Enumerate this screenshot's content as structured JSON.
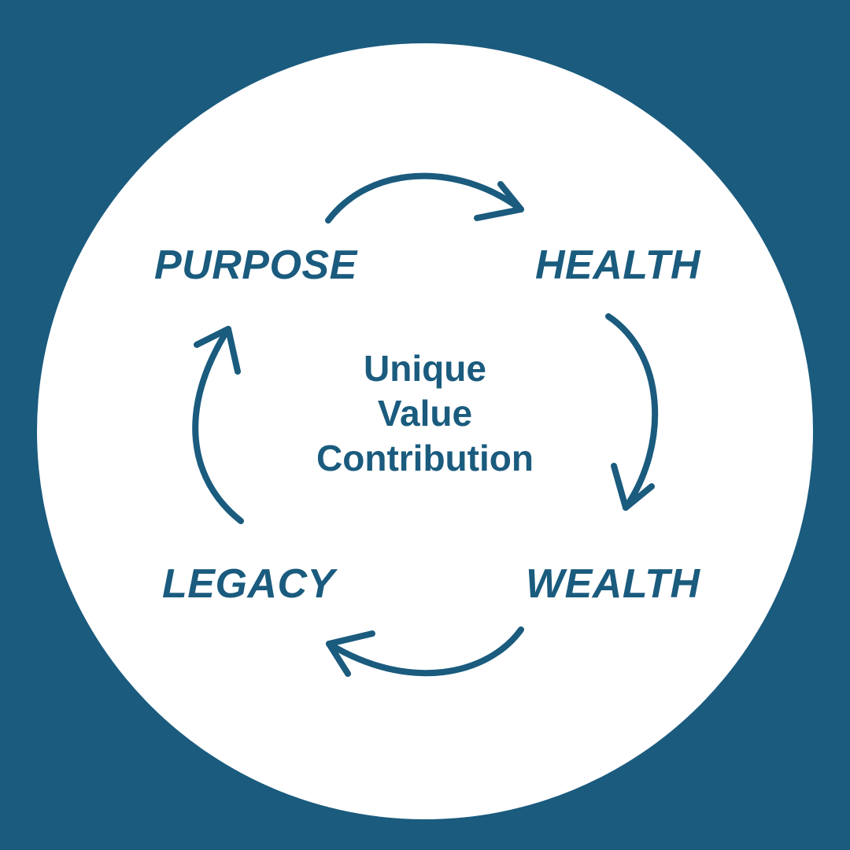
{
  "colors": {
    "background": "#1a5b7e",
    "circle": "#ffffff",
    "accent": "#1a5b7e"
  },
  "cycle": {
    "stages": [
      {
        "id": "purpose",
        "label": "PURPOSE"
      },
      {
        "id": "health",
        "label": "HEALTH"
      },
      {
        "id": "wealth",
        "label": "WEALTH"
      },
      {
        "id": "legacy",
        "label": "LEGACY"
      }
    ],
    "direction": "clockwise",
    "center": {
      "lines": [
        "Unique",
        "Value",
        "Contribution"
      ]
    },
    "arrows": [
      {
        "from": "purpose",
        "to": "health",
        "icon": "curved-arrow-icon"
      },
      {
        "from": "health",
        "to": "wealth",
        "icon": "curved-arrow-icon"
      },
      {
        "from": "wealth",
        "to": "legacy",
        "icon": "curved-arrow-icon"
      },
      {
        "from": "legacy",
        "to": "purpose",
        "icon": "curved-arrow-icon"
      }
    ]
  }
}
